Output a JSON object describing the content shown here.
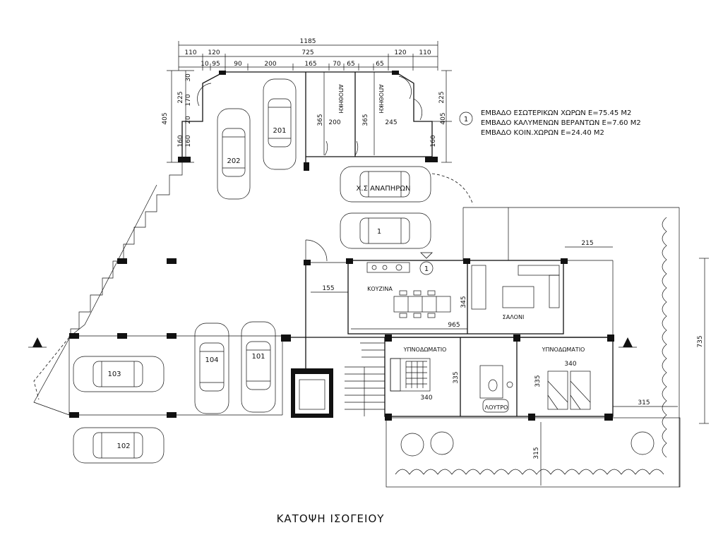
{
  "title": "ΚΑΤΟΨΗ ΙΣΟΓΕΙΟΥ",
  "legend": {
    "marker": "1",
    "lines": [
      "ΕΜΒΑΔΟ ΕΣΩΤΕΡΙΚΩΝ ΧΩΡΩΝ Ε=75.45 Μ2",
      "ΕΜΒΑΔΟ ΚΑΛΥΜΕΝΩΝ ΒΕΡΑΝΤΩΝ Ε=7.60 Μ2",
      "ΕΜΒΑΔΟ ΚΟΙΝ.ΧΩΡΩΝ Ε=24.40 Μ2"
    ]
  },
  "rooms": {
    "kitchen": "ΚΟΥΖΙΝΑ",
    "living": "ΣΑΛΟΝΙ",
    "bedroom1": "ΥΠΝΟΔΩΜΑΤΙΟ",
    "bedroom2": "ΥΠΝΟΔΩΜΑΤΙΟ",
    "bath": "ΛΟΥΤΡΟ",
    "storage1": "ΑΠΟΘΗΚΗ",
    "storage2": "ΑΠΟΘΗΚΗ",
    "disabled_parking": "Χ.Σ ΑΝΑΠΗΡΩΝ"
  },
  "parking": [
    "201",
    "202",
    "1",
    "101",
    "104",
    "103",
    "102"
  ],
  "section_marker": "A",
  "dims": {
    "top_total": "1185",
    "d110a": "110",
    "d120a": "120",
    "d725": "725",
    "d120b": "120",
    "d110b": "110",
    "d10": "10",
    "d95": "95",
    "d90": "90",
    "d200": "200",
    "d165": "165",
    "d70": "70",
    "d65a": "65",
    "d65b": "65",
    "l405": "405",
    "l225": "225",
    "l30": "30",
    "l170": "170",
    "l20": "20",
    "l160a": "160",
    "l160b": "160",
    "r225": "225",
    "r405": "405",
    "r160": "160",
    "s365a": "365",
    "s200": "200",
    "s365b": "365",
    "s245": "245",
    "d155": "155",
    "d345": "345",
    "d965": "965",
    "d215": "215",
    "d335a": "335",
    "d340a": "340",
    "d335b": "335",
    "d340b": "340",
    "d315a": "315",
    "d315b": "315",
    "d735": "735"
  }
}
